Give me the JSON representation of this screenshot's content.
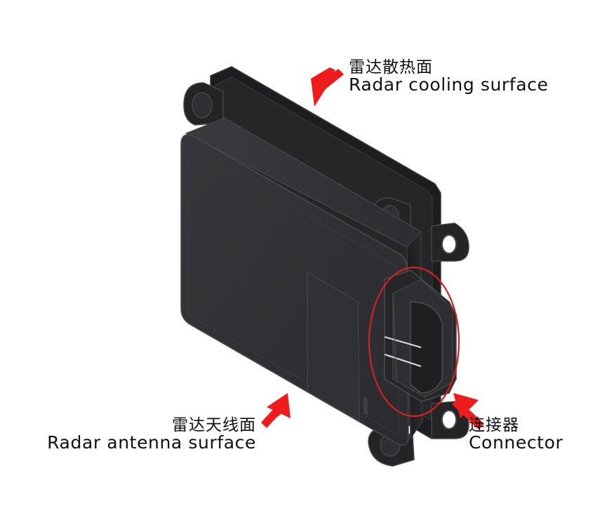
{
  "labels": {
    "cooling": {
      "zh": "雷达散热面",
      "en": "Radar cooling surface"
    },
    "antenna": {
      "zh": "雷达天线面",
      "en": "Radar antenna surface"
    },
    "connector": {
      "zh": "连接器",
      "en": "Connector"
    }
  },
  "colors": {
    "arrow": "#ee1c1c",
    "highlight_circle": "#d42020",
    "housing_dark": "#1f1f21",
    "housing_face": "#2f3033",
    "housing_edge": "#454649"
  }
}
